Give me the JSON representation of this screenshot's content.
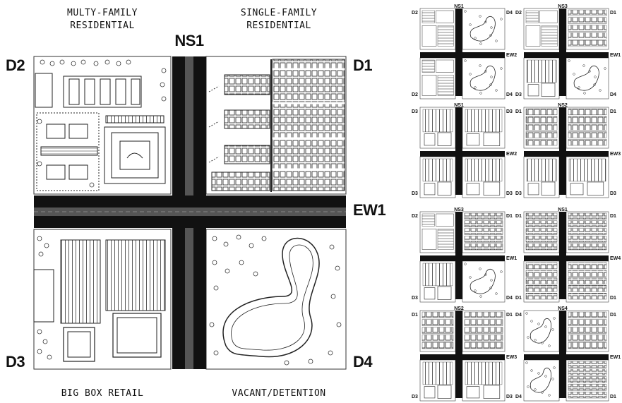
{
  "main": {
    "quadrant_labels": {
      "top_left": "MULTY-FAMILY\nRESIDENTIAL",
      "top_right": "SINGLE-FAMILY\nRESIDENTIAL",
      "bottom_left": "BIG BOX RETAIL",
      "bottom_right": "VACANT/DETENTION"
    },
    "road_labels": {
      "vertical": "NS1",
      "horizontal": "EW1"
    },
    "corner_labels": {
      "top_left": "D2",
      "top_right": "D1",
      "bottom_left": "D3",
      "bottom_right": "D4"
    }
  },
  "variants": [
    {
      "ns": "NS1",
      "ew": "EW2",
      "corners": [
        "D2",
        "D4",
        "D2",
        "D4"
      ],
      "types": [
        "multi",
        "vacant",
        "multi",
        "vacant"
      ]
    },
    {
      "ns": "NS3",
      "ew": "EW1",
      "corners": [
        "D2",
        "D1",
        "D3",
        "D4"
      ],
      "types": [
        "multi",
        "single",
        "retail",
        "vacant"
      ]
    },
    {
      "ns": "NS1",
      "ew": "EW2",
      "corners": [
        "D3",
        "D3",
        "D3",
        "D3"
      ],
      "types": [
        "retail",
        "retail",
        "retail",
        "retail"
      ]
    },
    {
      "ns": "NS2",
      "ew": "EW3",
      "corners": [
        "D1",
        "D1",
        "D3",
        "D3"
      ],
      "types": [
        "single",
        "single",
        "retail",
        "retail"
      ]
    },
    {
      "ns": "NS3",
      "ew": "EW1",
      "corners": [
        "D2",
        "D1",
        "D3",
        "D4"
      ],
      "types": [
        "multi",
        "single",
        "retail",
        "vacant"
      ]
    },
    {
      "ns": "NS1",
      "ew": "EW4",
      "corners": [
        "D1",
        "D1",
        "D1",
        "D1"
      ],
      "types": [
        "single",
        "single",
        "single",
        "single"
      ]
    },
    {
      "ns": "NS2",
      "ew": "EW3",
      "corners": [
        "D1",
        "D1",
        "D3",
        "D3"
      ],
      "types": [
        "single",
        "single",
        "retail",
        "retail"
      ]
    },
    {
      "ns": "NS4",
      "ew": "EW1",
      "corners": [
        "D4",
        "D1",
        "D4",
        "D1"
      ],
      "types": [
        "vacant",
        "single",
        "vacant",
        "single"
      ]
    }
  ]
}
